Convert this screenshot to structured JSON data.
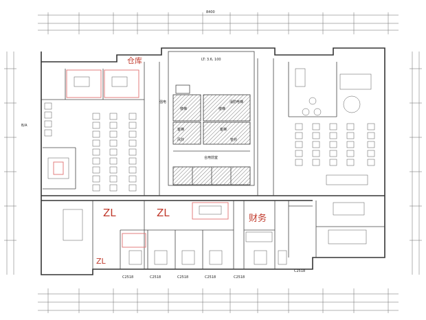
{
  "plan": {
    "labels": {
      "top_dim": "8400",
      "stair_note": "LT: 3.6, 100",
      "shaft_label": "强电",
      "lift_hall": "合用前室",
      "lift_a": "客梯",
      "lift_b": "客梯",
      "fire_lift": "消防电梯",
      "stair_a": "楼梯",
      "stair_b": "楼梯",
      "left_axis": "B/A",
      "bottom_dims": [
        "C2518",
        "C2518",
        "C2518",
        "C2518",
        "C2518",
        "C2518"
      ],
      "room_a": "管井",
      "room_b": "风井"
    },
    "handwritten": {
      "storage": "仓库",
      "zl_1": "ZL",
      "zl_2": "ZL",
      "finance": "财务",
      "corner_mark": "ZL"
    },
    "colors": {
      "line": "#333333",
      "hatch": "#555555",
      "handwriting": "#c0392b",
      "red_box": "#e07070"
    }
  }
}
